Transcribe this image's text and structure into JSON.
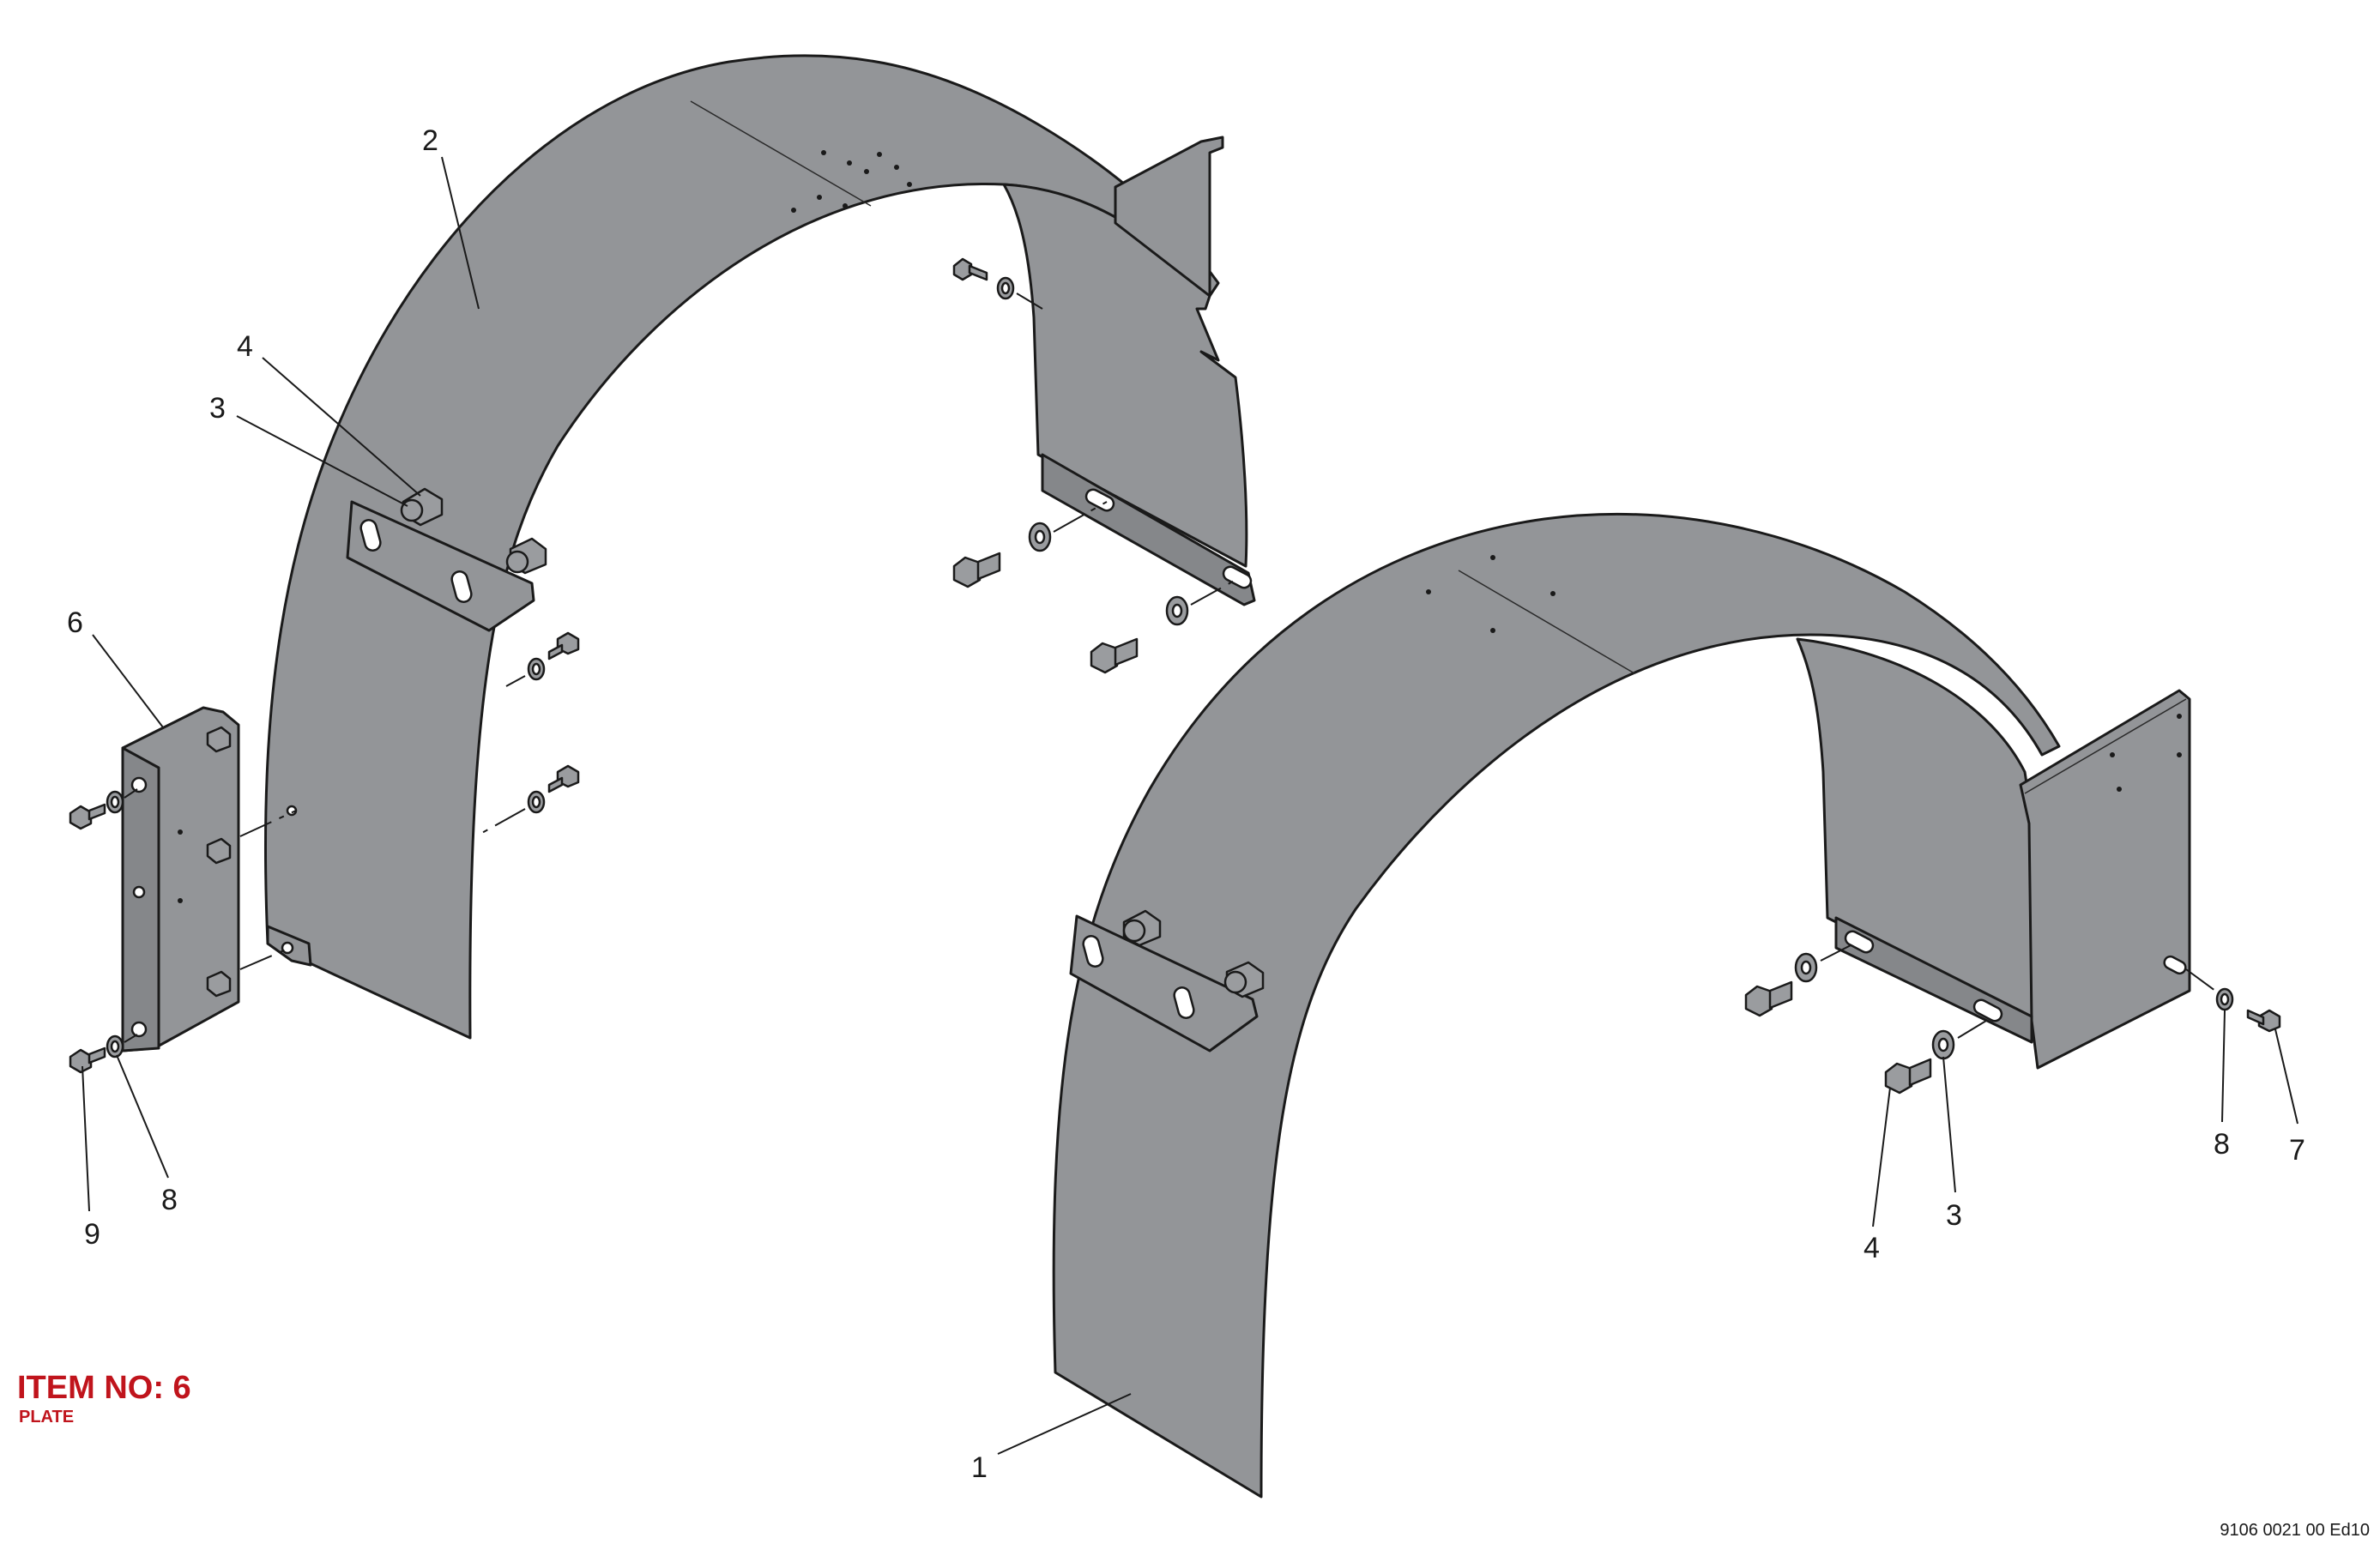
{
  "callouts": {
    "part_1": "1",
    "part_2": "2",
    "part_3_upper": "3",
    "part_4_upper": "4",
    "part_6": "6",
    "part_8_left": "8",
    "part_9": "9",
    "part_3_right": "3",
    "part_4_right": "4",
    "part_7": "7",
    "part_8_right": "8"
  },
  "item_highlight": {
    "title": "ITEM NO: 6",
    "subtitle": "PLATE",
    "color": "#c0141c"
  },
  "drawing_reference": "9106 0021 00 Ed10",
  "colors": {
    "part_fill": "#939598",
    "outline": "#1a1a1a"
  }
}
